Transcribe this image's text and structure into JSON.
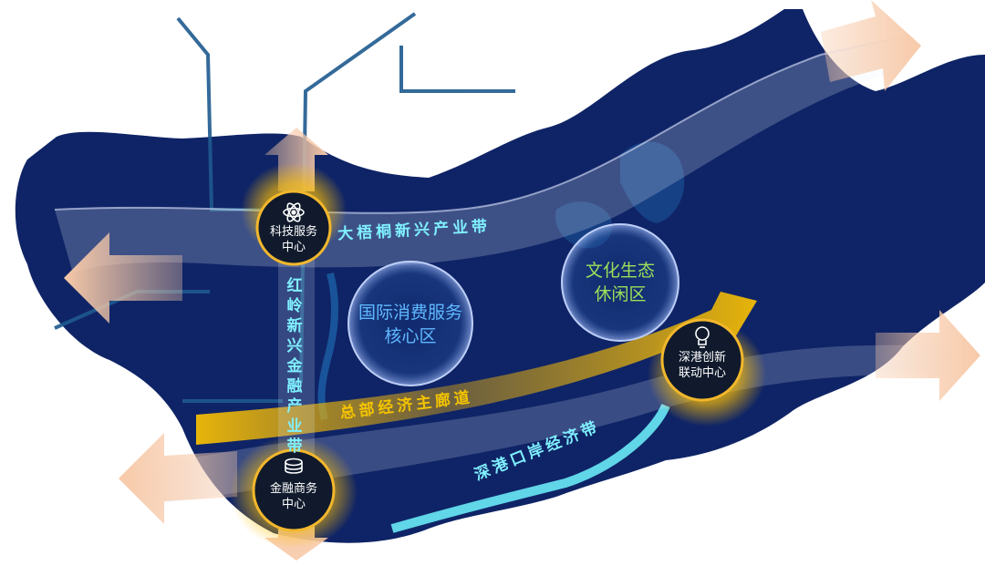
{
  "map": {
    "bands": {
      "dawutong": "大梧桐新兴产业带",
      "corridor": "总部经济主廊道",
      "shengang": "深港口岸经济带",
      "hongling": "红岭新兴金融产业带"
    },
    "zones": {
      "consumption": [
        "国际消费服务",
        "核心区"
      ],
      "culture": [
        "文化生态",
        "休闲区"
      ]
    },
    "nodes": {
      "tech": [
        "科技服务",
        "中心"
      ],
      "finance": [
        "金融商务",
        "中心"
      ],
      "innovation": [
        "深港创新",
        "联动中心"
      ]
    },
    "icons": {
      "tech": "atom-icon",
      "finance": "coin-stack-icon",
      "innovation": "lightbulb-icon"
    },
    "colors": {
      "land": "#0f2466",
      "water": "#1e5a9e",
      "band_text": "#7ff0ff",
      "corridor": "#f5b400",
      "arrow": "#f7c9a8",
      "culture_text": "#9ae05a",
      "consumption_text": "#5fb8ff",
      "node_ring": "#f2b72c"
    }
  }
}
